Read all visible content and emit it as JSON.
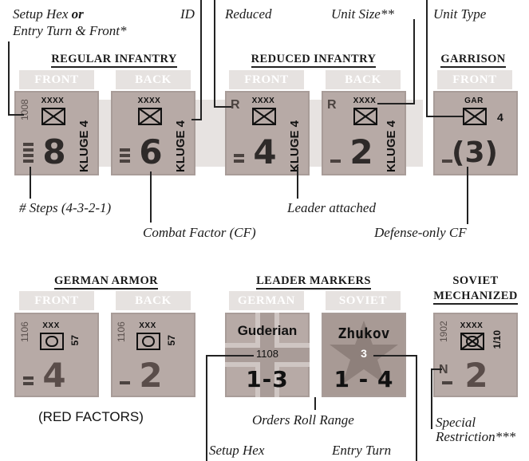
{
  "callouts": {
    "setup_hex_line1": "Setup Hex",
    "setup_hex_or": "or",
    "entry_turn_front": "Entry Turn & Front*",
    "id": "ID",
    "reduced": "Reduced",
    "unit_size": "Unit Size**",
    "unit_type": "Unit Type",
    "steps": "# Steps (4-3-2-1)",
    "leader_attached": "Leader attached",
    "combat_factor": "Combat Factor (CF)",
    "defense_only_cf": "Defense-only CF",
    "orders_roll_range": "Orders Roll Range",
    "setup_hex": "Setup Hex",
    "entry_turn": "Entry Turn",
    "special_restriction_1": "Special",
    "special_restriction_2": "Restriction***"
  },
  "sections": {
    "regular_infantry": {
      "title": "REGULAR INFANTRY",
      "tab_front": "FRONT",
      "tab_back": "BACK"
    },
    "reduced_infantry": {
      "title": "REDUCED INFANTRY",
      "tab_front": "FRONT",
      "tab_back": "BACK"
    },
    "garrison": {
      "title": "GARRISON",
      "tab_front": "FRONT"
    },
    "german_armor": {
      "title": "GERMAN ARMOR",
      "tab_front": "FRONT",
      "tab_back": "BACK"
    },
    "leader_markers": {
      "title": "LEADER MARKERS",
      "tab_german": "GERMAN",
      "tab_soviet": "SOVIET"
    },
    "soviet_mechanized": {
      "title_line1": "SOVIET",
      "title_line2": "MECHANIZED"
    }
  },
  "counters": {
    "reg_front": {
      "id": "1008",
      "size": "XXXX",
      "cf": "8",
      "name": "KLUGE 4",
      "steps": 4
    },
    "reg_back": {
      "size": "XXXX",
      "cf": "6",
      "name": "KLUGE 4",
      "steps": 3
    },
    "red_front": {
      "reduced": "R",
      "size": "XXXX",
      "cf": "4",
      "name": "KLUGE 4",
      "steps": 2
    },
    "red_back": {
      "reduced": "R",
      "size": "XXXX",
      "cf": "2",
      "name": "KLUGE 4",
      "steps": 1
    },
    "garrison": {
      "size": "GAR",
      "side": "4",
      "cf": "(3)",
      "steps": 1
    },
    "armor_front": {
      "id": "1106",
      "size": "XXX",
      "side": "57",
      "cf": "4",
      "steps": 2
    },
    "armor_back": {
      "id": "1106",
      "size": "XXX",
      "side": "57",
      "cf": "2",
      "steps": 1
    },
    "leader_german": {
      "name": "Guderian",
      "hex": "1108",
      "range": "1-3"
    },
    "leader_soviet": {
      "name": "Zhukov",
      "entry": "3",
      "range": "1 - 4"
    },
    "soviet_mech": {
      "id": "1902",
      "size": "XXXX",
      "side": "1/10",
      "restriction": "N",
      "cf": "2",
      "steps": 1
    }
  },
  "notes": {
    "red_factors": "(RED FACTORS)"
  },
  "colors": {
    "counter": "#b7aaa6",
    "tab": "#e6e2e0",
    "line": "#222222"
  }
}
